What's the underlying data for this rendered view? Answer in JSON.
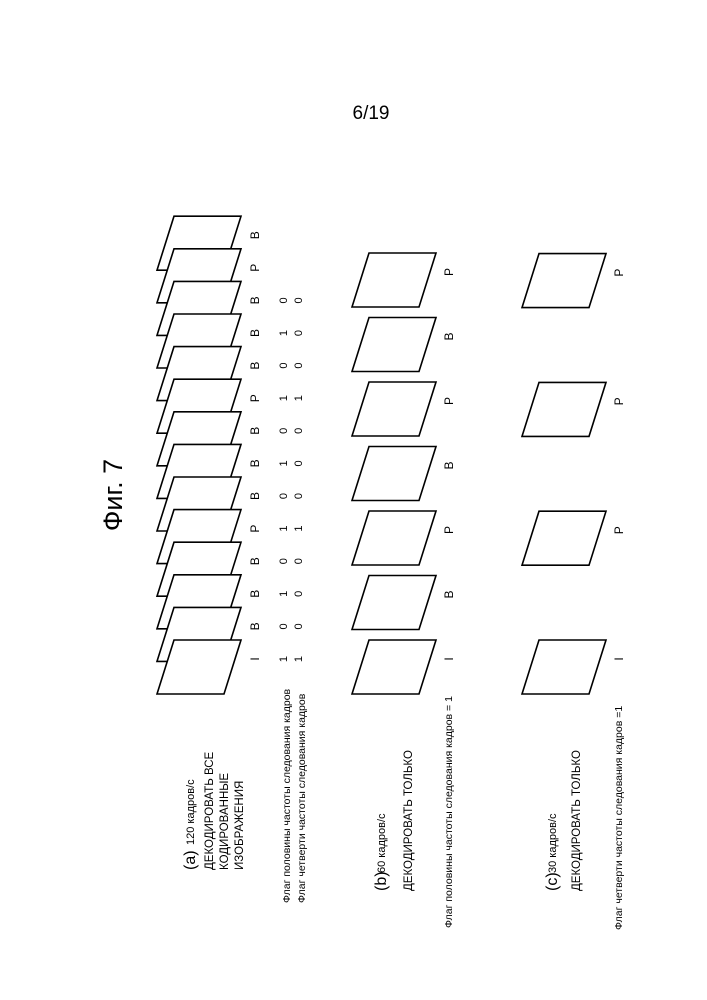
{
  "page_number": "6/19",
  "figure_title": "Фиг. 7",
  "panels": [
    {
      "label": "(a)",
      "rate": "120 кадров/с",
      "description_lines": [
        "ДЕКОДИРОВАТЬ ВСЕ",
        "КОДИРОВАННЫЕ",
        "ИЗОБРАЖЕНИЯ"
      ],
      "flag_rows": [
        {
          "label": "Флаг половины частоты следования кадров",
          "values": [
            "1",
            "0",
            "1",
            "0",
            "1",
            "0",
            "1",
            "0",
            "1",
            "0",
            "1",
            "0"
          ]
        },
        {
          "label": "Флаг четверти частоты следования кадров",
          "values": [
            "1",
            "0",
            "0",
            "0",
            "1",
            "0",
            "0",
            "0",
            "1",
            "0",
            "0",
            "0"
          ]
        }
      ],
      "picture_types": [
        "I",
        "B",
        "B",
        "B",
        "P",
        "B",
        "B",
        "B",
        "P",
        "B",
        "B",
        "B",
        "P",
        "B"
      ]
    },
    {
      "label": "(b)",
      "rate": "60 кадров/с",
      "description_lines": [
        "ДЕКОДИРОВАТЬ ТОЛЬКО"
      ],
      "flag_rows": [
        {
          "label": "Флаг половины частоты следования кадров = 1",
          "values": []
        }
      ],
      "picture_types": [
        "I",
        "B",
        "P",
        "B",
        "P",
        "B",
        "P"
      ]
    },
    {
      "label": "(c)",
      "rate": "30 кадров/с",
      "description_lines": [
        "ДЕКОДИРОВАТЬ ТОЛЬКО"
      ],
      "flag_rows": [
        {
          "label": "Флаг четверти частоты следования кадров =1",
          "values": []
        }
      ],
      "picture_types": [
        "I",
        "P",
        "P",
        "P"
      ]
    }
  ]
}
